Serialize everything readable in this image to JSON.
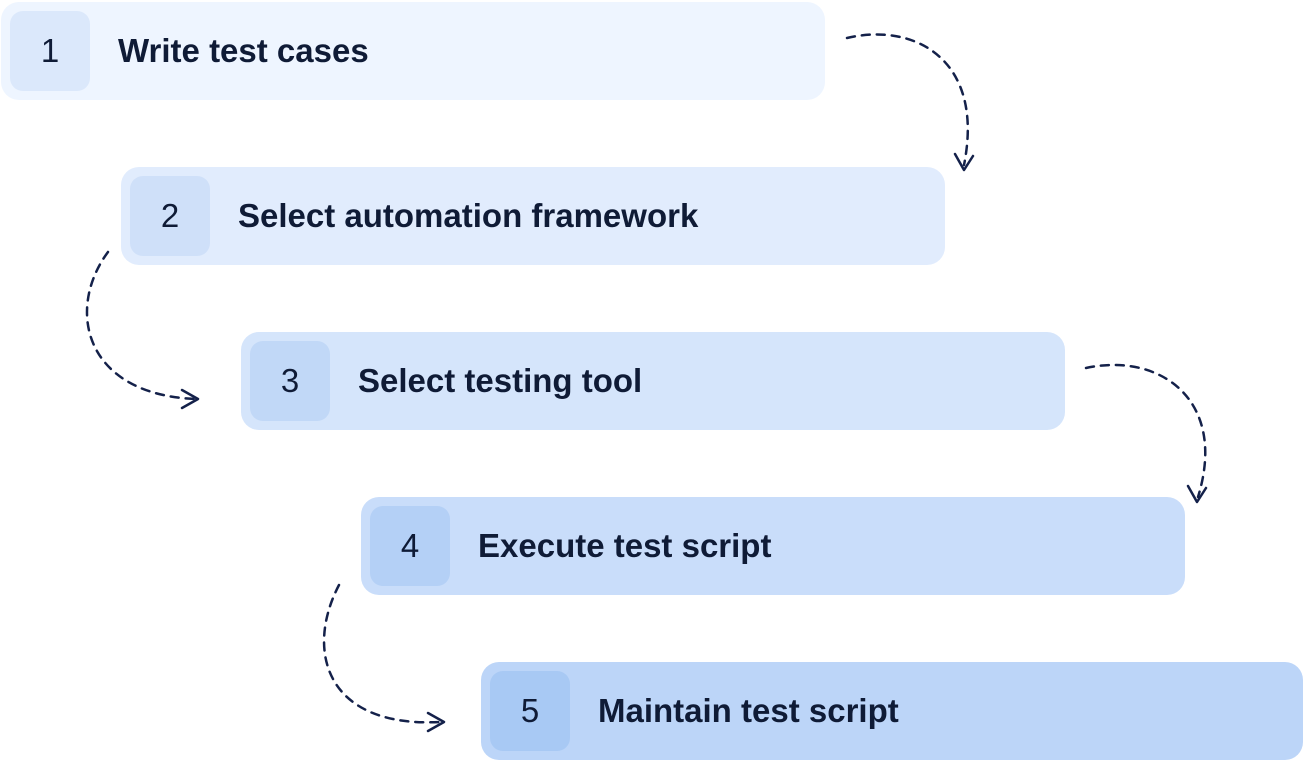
{
  "steps": [
    {
      "number": "1",
      "label": "Write test cases"
    },
    {
      "number": "2",
      "label": "Select automation framework"
    },
    {
      "number": "3",
      "label": "Select testing tool"
    },
    {
      "number": "4",
      "label": "Execute test script"
    },
    {
      "number": "5",
      "label": "Maintain test script"
    }
  ],
  "colors": {
    "text": "#0f1b36",
    "arrow": "#14214a",
    "step_backgrounds": [
      "#eef5ff",
      "#e1ecfd",
      "#d5e5fb",
      "#c9ddfa",
      "#bcd5f8"
    ]
  },
  "icons": {
    "connector": "dashed-curved-arrow-icon"
  }
}
